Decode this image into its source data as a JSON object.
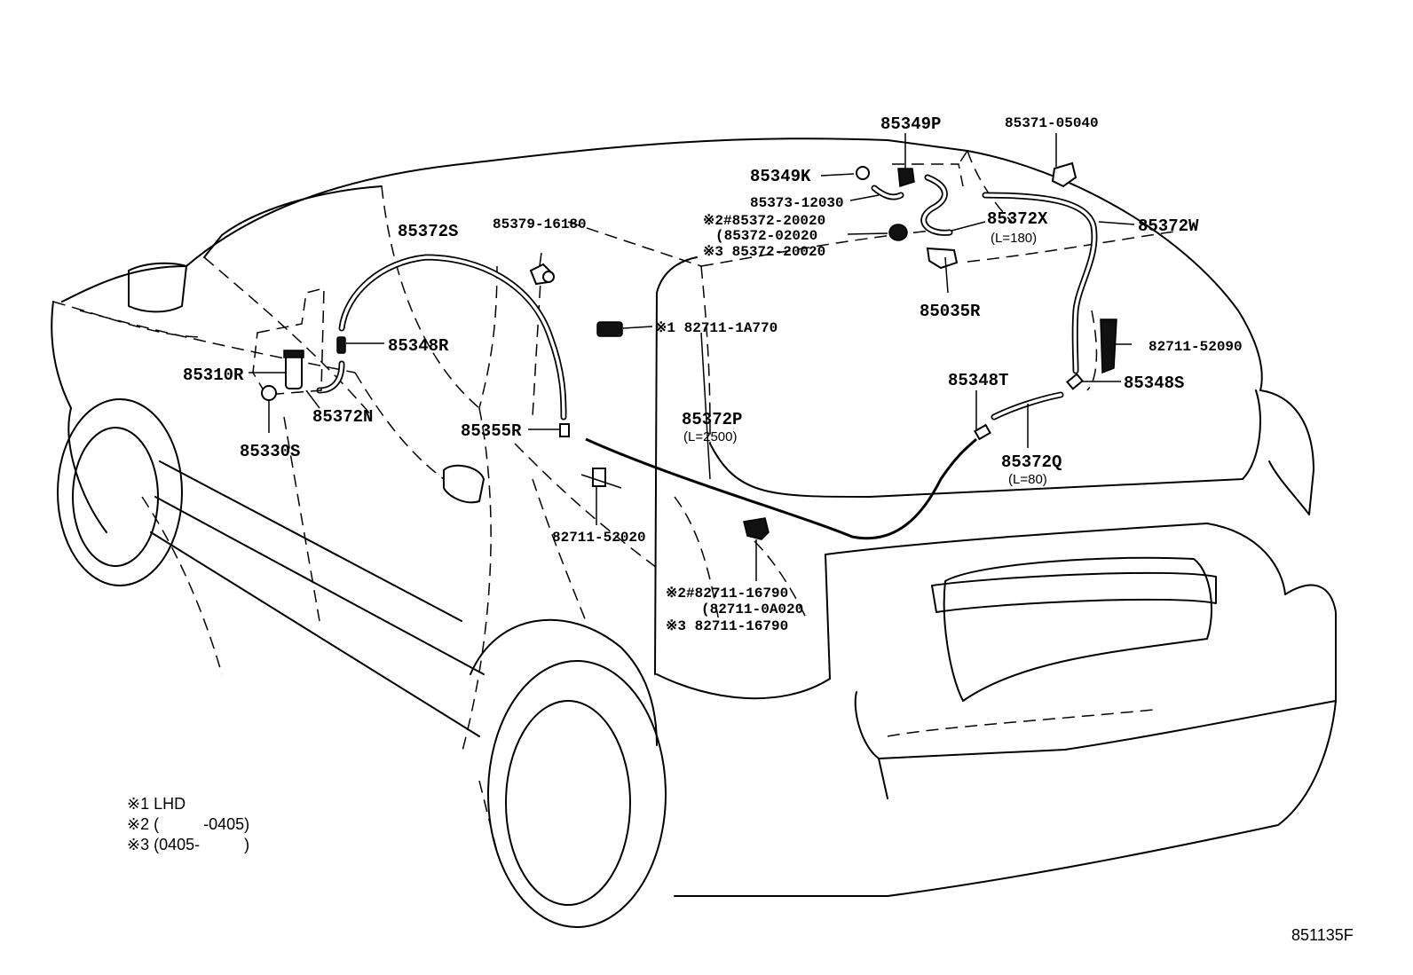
{
  "labels": {
    "p85349P": "85349P",
    "p85371_05040": "85371-05040",
    "p85349K": "85349K",
    "p85373_12030": "85373-12030",
    "p85372_20020_a": "※2#85372-20020",
    "p85372_02020": "(85372-02020",
    "p85372_20020_b": "※3  85372-20020",
    "p85372X": "85372X",
    "p85372X_len": "(L=180)",
    "p85372W": "85372W",
    "p85035R": "85035R",
    "p85372S": "85372S",
    "p85379_16180": "85379-16180",
    "p82711_1A770": "※1 82711-1A770",
    "p82711_52090": "82711-52090",
    "p85348R": "85348R",
    "p85310R": "85310R",
    "p85372N": "85372N",
    "p85330S": "85330S",
    "p85355R": "85355R",
    "p85372P": "85372P",
    "p85372P_len": "(L=2500)",
    "p85348T": "85348T",
    "p85348S": "85348S",
    "p85372Q": "85372Q",
    "p85372Q_len": "(L=80)",
    "p82711_52020": "82711-52020",
    "p82711_16790_a": "※2#82711-16790",
    "p82711_0A020": "(82711-0A020",
    "p82711_16790_b": "※3  82711-16790"
  },
  "notes": {
    "n1": "※1  LHD",
    "n2": "※2 (          -0405)",
    "n3": "※3 (0405-          )"
  },
  "figure_id": "851135F"
}
